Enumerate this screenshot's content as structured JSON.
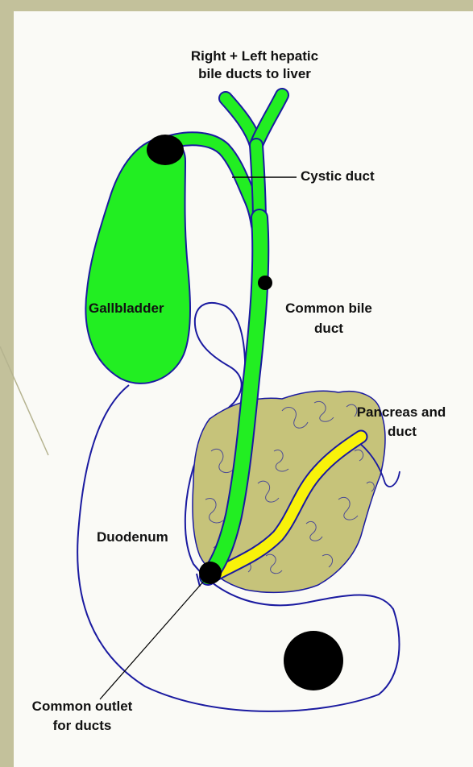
{
  "colors": {
    "frame": "#c3c19b",
    "panel": "#fafaf6",
    "bile_ducts": "#22ee22",
    "pancreatic_duct": "#f8f20a",
    "pancreas": "#c6c37a",
    "outline": "#1a1aa0",
    "marker": "#000000"
  },
  "labels": {
    "hepatic_ducts_line1": "Right + Left hepatic",
    "hepatic_ducts_line2": "bile ducts to liver",
    "cystic_duct": "Cystic duct",
    "gallbladder": "Gallbladder",
    "common_bile_duct_line1": "Common bile",
    "common_bile_duct_line2": "duct",
    "pancreas_line1": "Pancreas and",
    "pancreas_line2": "duct",
    "duodenum": "Duodenum",
    "common_outlet_line1": "Common outlet",
    "common_outlet_line2": "for ducts"
  }
}
